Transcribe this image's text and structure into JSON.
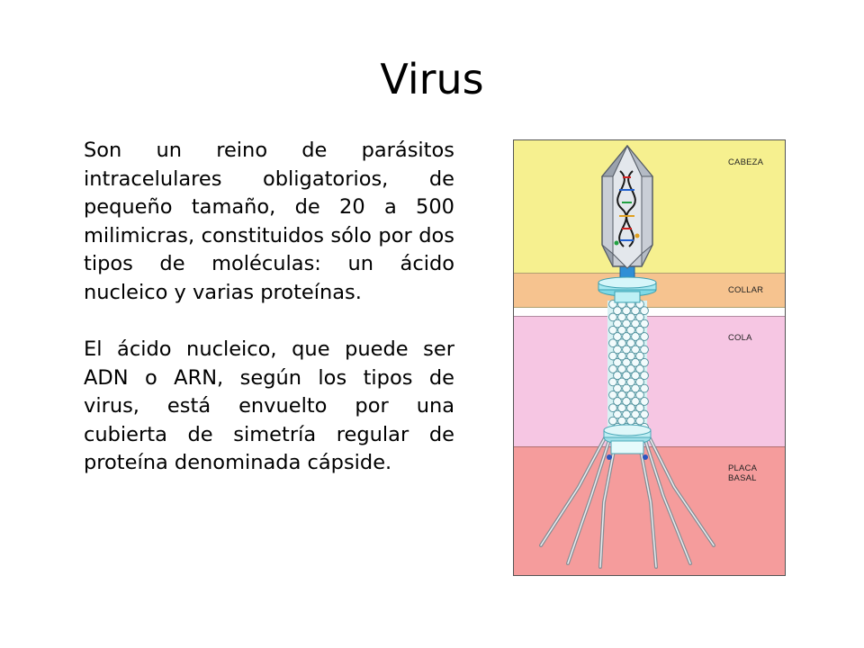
{
  "slide": {
    "title": "Virus",
    "paragraphs": [
      "Son un reino de parásitos intracelulares obligatorios, de pequeño tamaño, de 20 a 500 milimicras, constituidos sólo por dos tipos de moléculas: un ácido nucleico y varias proteínas.",
      "El ácido nucleico, que puede ser ADN o ARN, según los tipos de virus, está envuelto por una cubierta de simetría regular de proteína denominada cápside."
    ]
  },
  "diagram": {
    "labels": {
      "head": "CABEZA",
      "collar": "COLLAR",
      "tail": "COLA",
      "base_plate": "PLACA BASAL"
    },
    "colors": {
      "head_band": "#f6f08f",
      "collar_band": "#f6c38f",
      "tail_band": "#f6c6e3",
      "base_band": "#f59c9c",
      "capsid": "#c9ced6",
      "tail_tube": "#d8f2f4",
      "collar_ring": "#7fd9e6"
    }
  }
}
